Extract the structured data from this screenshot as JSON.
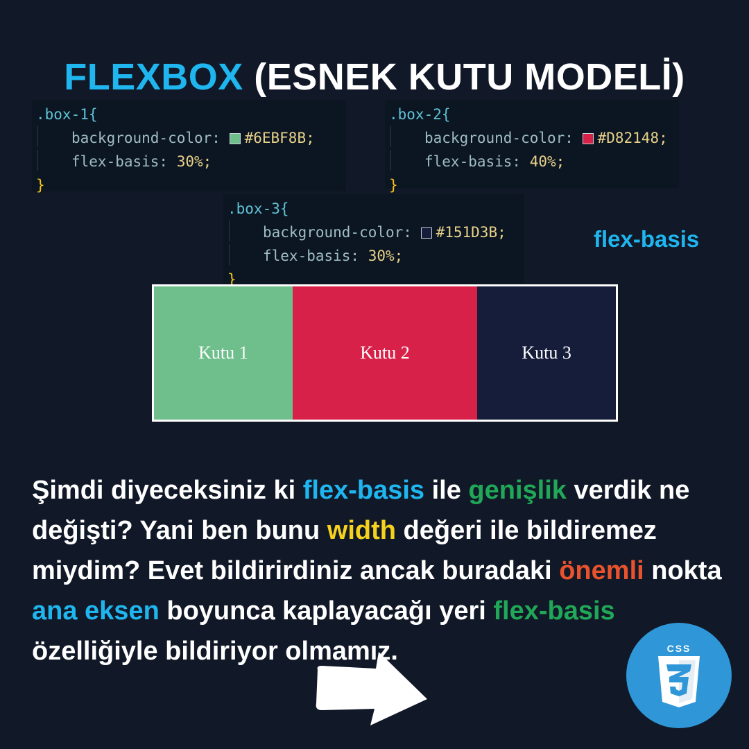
{
  "title": {
    "highlight": "FLEXBOX",
    "rest": " (ESNEK KUTU MODELİ)"
  },
  "code_blocks": [
    {
      "selector": ".box-1{",
      "bg_prop": "background-color:",
      "bg_value": "#6EBF8B;",
      "swatch": "#6EBF8B",
      "basis_prop": "flex-basis:",
      "basis_value": "30%;",
      "close": "}"
    },
    {
      "selector": ".box-2{",
      "bg_prop": "background-color:",
      "bg_value": "#D82148;",
      "swatch": "#D82148",
      "basis_prop": "flex-basis:",
      "basis_value": "40%;",
      "close": "}"
    },
    {
      "selector": ".box-3{",
      "bg_prop": "background-color:",
      "bg_value": "#151D3B;",
      "swatch": "#151D3B",
      "basis_prop": "flex-basis:",
      "basis_value": "30%;",
      "close": "}"
    }
  ],
  "side_label": "flex-basis",
  "demo_boxes": [
    {
      "label": "Kutu 1",
      "color": "#6EBF8B",
      "basis": 0.3
    },
    {
      "label": "Kutu 2",
      "color": "#D82148",
      "basis": 0.4
    },
    {
      "label": "Kutu 3",
      "color": "#151D3B",
      "basis": 0.3
    }
  ],
  "paragraph": {
    "p1": "Şimdi diyeceksiniz ki ",
    "k1": "flex-basis",
    "p2": " ile ",
    "k2": "genişlik",
    "p3": " verdik ne değişti? Yani ben bunu ",
    "k3": "width",
    "p4": " değeri ile bildiremez miydim? Evet bildirirdiniz ancak buradaki ",
    "k4": "önemli",
    "p5": " nokta ",
    "k5": "ana eksen",
    "p6": " boyunca kaplayacağı yeri ",
    "k6": "flex-basis",
    "p7": " özelliğiyle bildiriyor olmamız."
  },
  "icons": {
    "arrow": "arrow-right-icon",
    "logo": "css3-logo-icon"
  },
  "logo_text": "CSS",
  "colors": {
    "accent_blue": "#1fb6f0",
    "accent_green": "#20a757",
    "accent_yellow": "#f5d21e",
    "accent_orange": "#e8532e",
    "background": "#111827",
    "css_logo_blue": "#2f97d8"
  }
}
